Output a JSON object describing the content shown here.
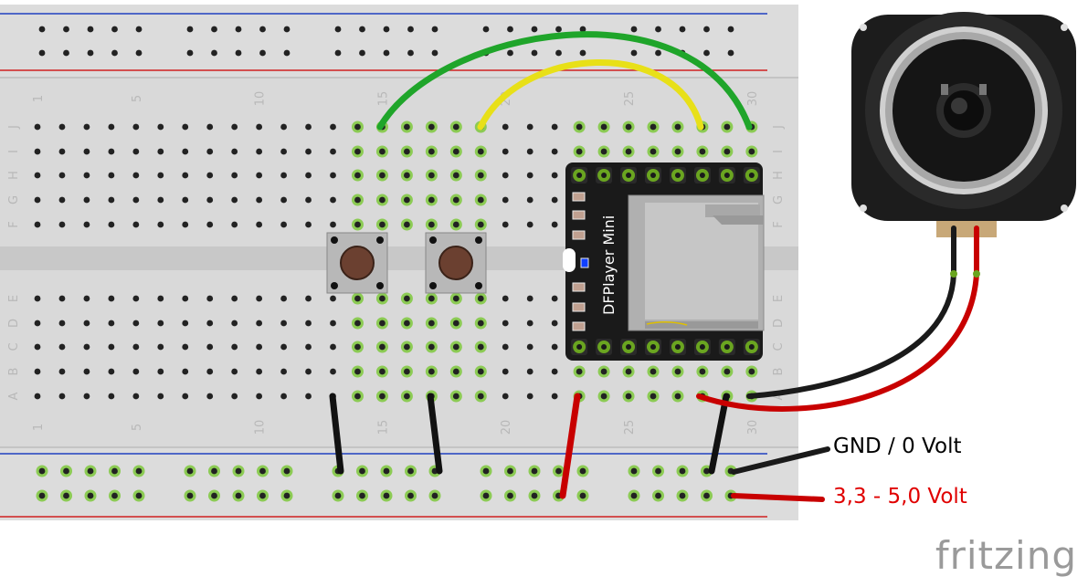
{
  "breadboard": {
    "col_numbers": [
      "1",
      "5",
      "10",
      "15",
      "20",
      "25",
      "30"
    ],
    "row_letters_top": [
      "J",
      "I",
      "H",
      "G",
      "F"
    ],
    "row_letters_bottom": [
      "E",
      "D",
      "C",
      "B",
      "A"
    ]
  },
  "module": {
    "label": "DFPlayer Mini"
  },
  "labels": {
    "gnd": "GND / 0 Volt",
    "vcc": "3,3 - 5,0 Volt"
  },
  "brand": "fritzing",
  "colors": {
    "breadboard": "#d9d9d9",
    "rail_blue": "#2040c0",
    "rail_red": "#d02020",
    "hole_active": "#7ec83c",
    "wire_green": "#1fa52a",
    "wire_yellow": "#e8e018",
    "wire_black": "#111111",
    "wire_red": "#c80000",
    "module_board": "#1a1a1a",
    "pin": "#6aa520"
  }
}
